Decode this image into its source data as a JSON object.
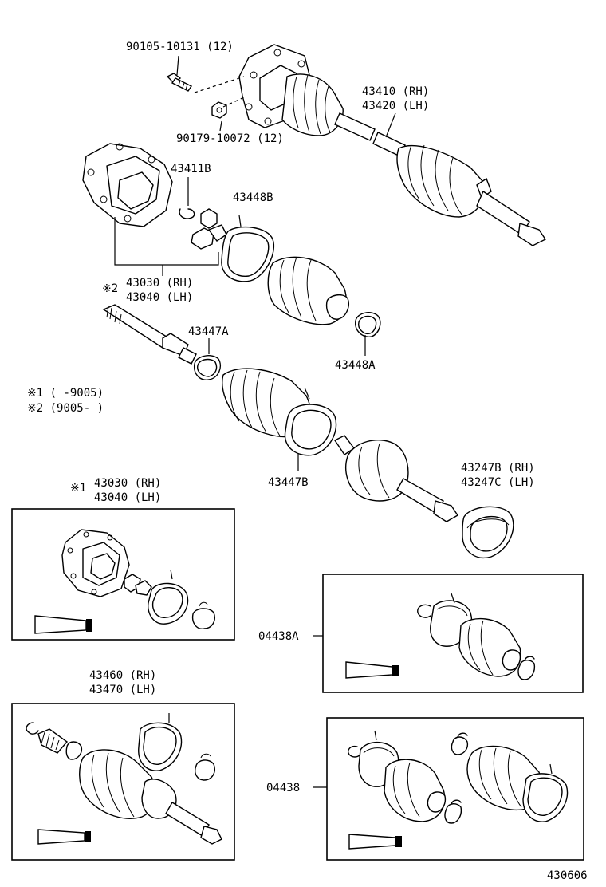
{
  "labels": {
    "bolt": "90105-10131 (12)",
    "nut": "90179-10072 (12)",
    "shaft_assy_rh": "43410 (RH)",
    "shaft_assy_lh": "43420 (LH)",
    "snap_ring": "43411B",
    "band_b": "43448B",
    "inboard_joint_rh": "43030 (RH)",
    "inboard_joint_lh": "43040 (LH)",
    "note_mark_2": "※2",
    "band_a_small": "43447A",
    "clamp_a": "43448A",
    "note_1": "※1 (      -9005)",
    "note_2": "※2 (9005-      )",
    "band_b_large": "43447B",
    "dust_cover_rh": "43247B (RH)",
    "dust_cover_lh": "43247C (LH)",
    "box1_mark": "※1",
    "box1_rh": "43030 (RH)",
    "box1_lh": "43040 (LH)",
    "kit_a": "04438A",
    "outboard_rh": "43460 (RH)",
    "outboard_lh": "43470 (LH)",
    "kit": "04438",
    "figure_code": "430606"
  }
}
